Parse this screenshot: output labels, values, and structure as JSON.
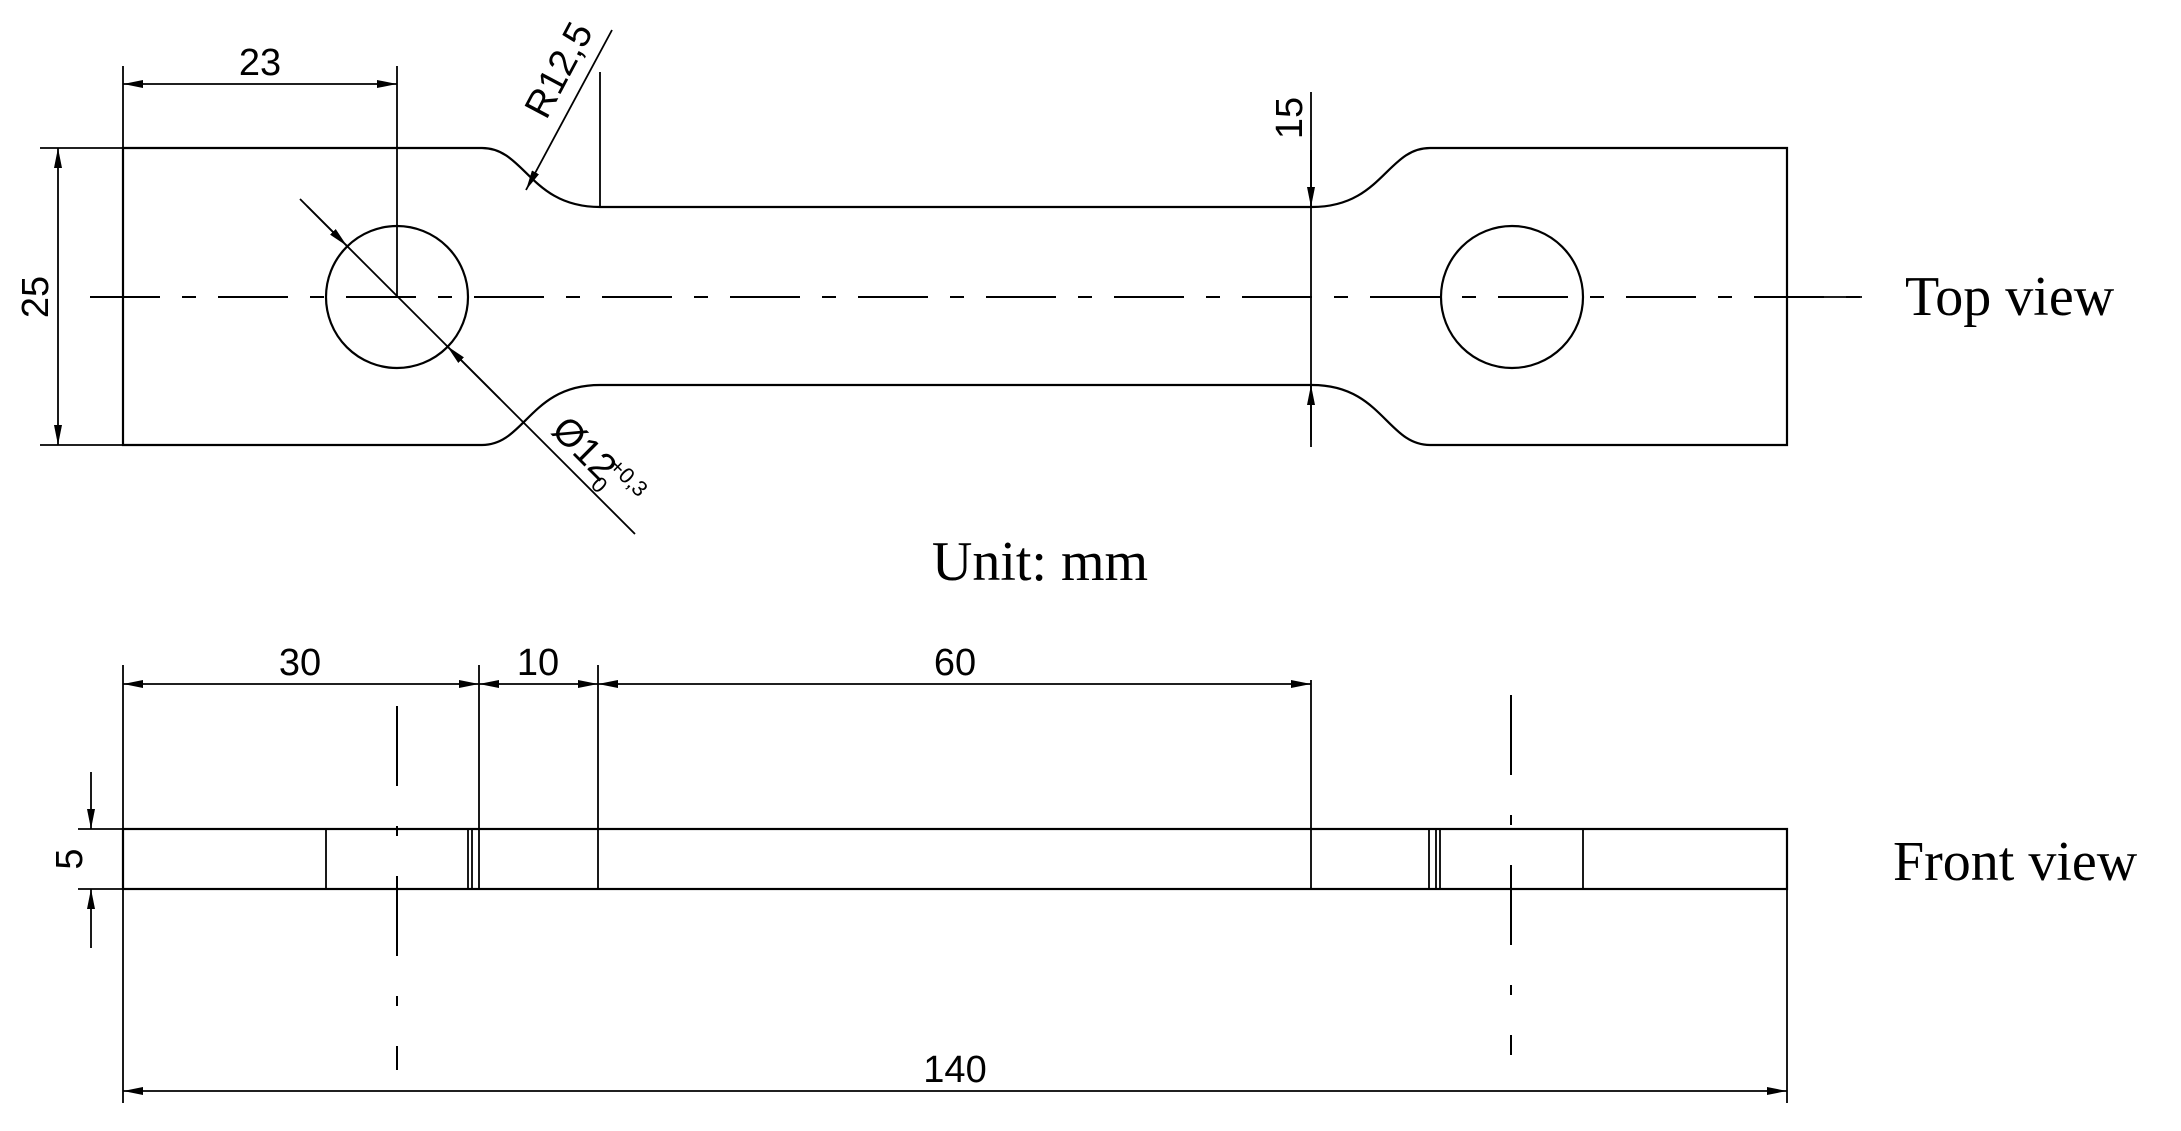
{
  "views": {
    "top_label": "Top view",
    "front_label": "Front view"
  },
  "unit_label": "Unit: mm",
  "dimensions": {
    "hole_center_offset": "23",
    "fillet_radius": "R12,5",
    "gauge_width": "15",
    "overall_width": "25",
    "hole_diameter_main": "Ø12",
    "hole_diameter_tol_upper": "+0,3",
    "hole_diameter_tol_lower": "0",
    "grip_length": "30",
    "transition_length": "10",
    "gauge_length": "60",
    "thickness": "5",
    "overall_length": "140"
  }
}
